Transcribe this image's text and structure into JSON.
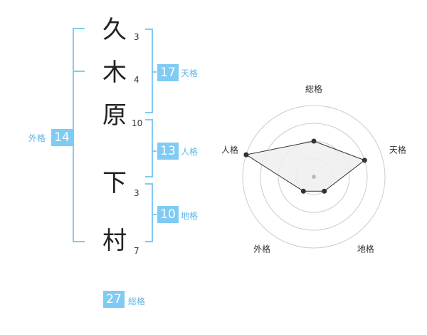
{
  "colors": {
    "accent": "#7fcbf3",
    "accent_text": "#5fb4e6",
    "text": "#222222",
    "ring": "#cccccc",
    "polygon_fill": "#eeeeee",
    "polygon_stroke": "#333333"
  },
  "name": {
    "characters": [
      {
        "char": "久",
        "strokes": "3"
      },
      {
        "char": "木",
        "strokes": "4"
      },
      {
        "char": "原",
        "strokes": "10"
      },
      {
        "char": "下",
        "strokes": "3"
      },
      {
        "char": "村",
        "strokes": "7"
      }
    ]
  },
  "fortunes": {
    "tenkaku": {
      "value": "17",
      "label": "天格"
    },
    "jinkaku": {
      "value": "13",
      "label": "人格"
    },
    "chikaku": {
      "value": "10",
      "label": "地格"
    },
    "gaikaku": {
      "value": "14",
      "label": "外格"
    },
    "soukaku": {
      "value": "27",
      "label": "総格"
    }
  },
  "chart_data": {
    "type": "radar",
    "axes": [
      "総格",
      "天格",
      "地格",
      "外格",
      "人格"
    ],
    "rings": 4,
    "max": 4,
    "values": [
      2,
      3,
      1,
      1,
      4
    ]
  }
}
